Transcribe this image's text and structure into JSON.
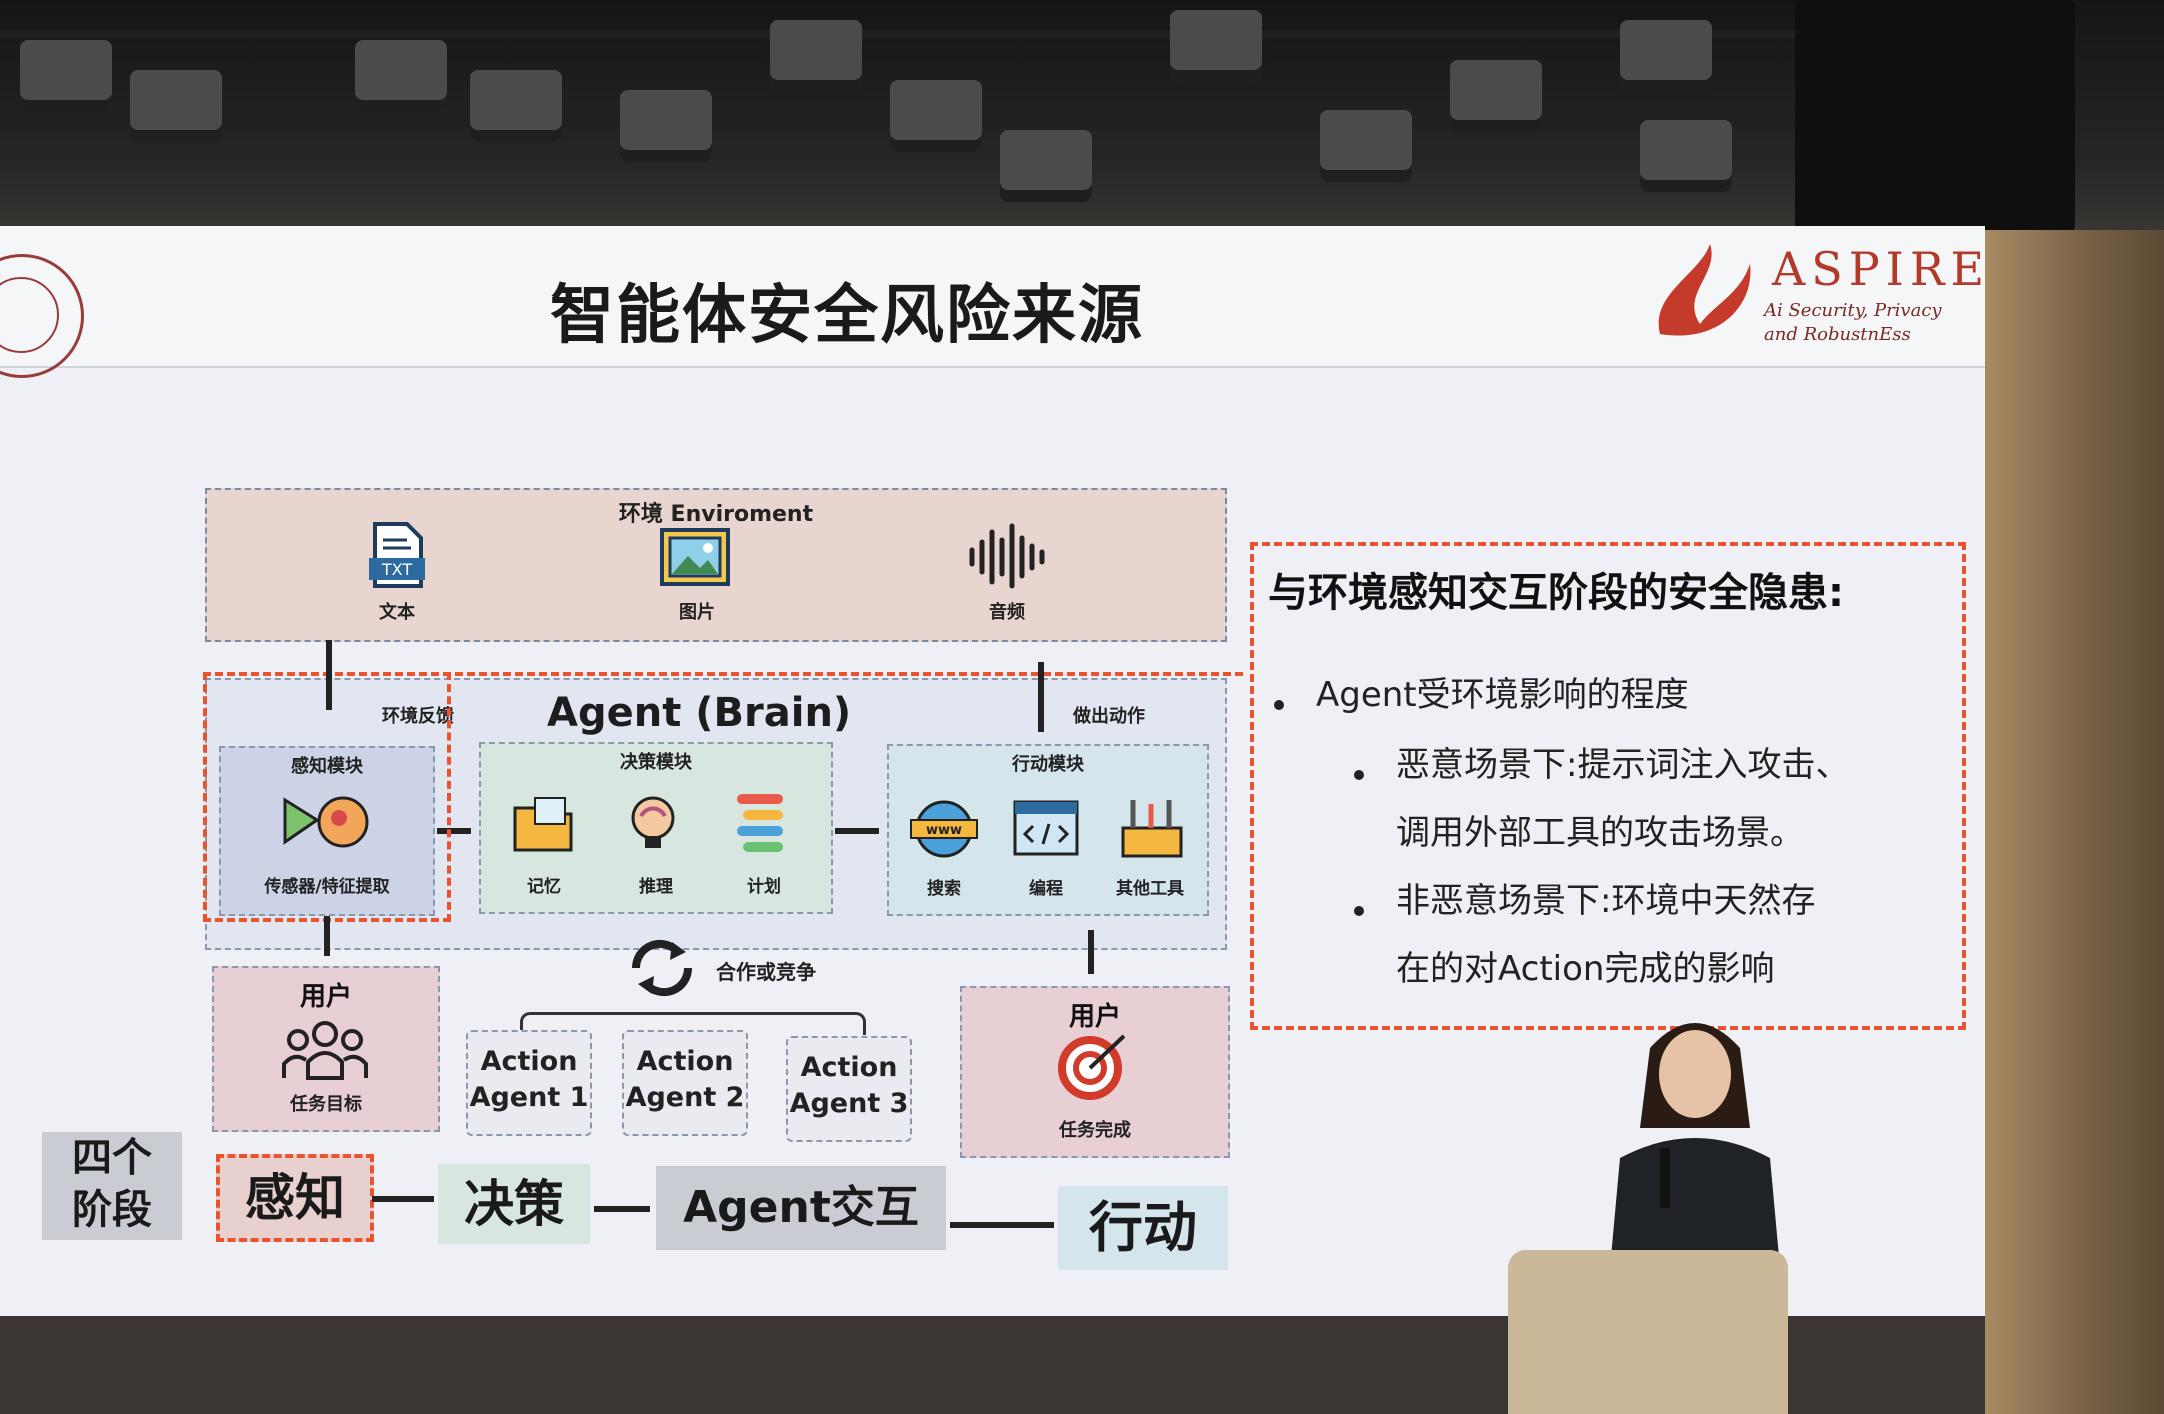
{
  "slide": {
    "title": "智能体安全风险来源",
    "logo_aspire": {
      "brand": "ASPIRE",
      "tagline1": "Ai Security, Privacy",
      "tagline2": "and RobustnEss"
    },
    "environment": {
      "title": "环境 Enviroment",
      "items": [
        {
          "label": "文本",
          "icon": "txt-file-icon",
          "badge": "TXT"
        },
        {
          "label": "图片",
          "icon": "image-icon"
        },
        {
          "label": "音频",
          "icon": "audio-wave-icon"
        }
      ]
    },
    "agent": {
      "title": "Agent (Brain)",
      "feedback_label": "环境反馈",
      "action_label": "做出动作",
      "perception": {
        "title": "感知模块",
        "item": "传感器/特征提取"
      },
      "decision": {
        "title": "决策模块",
        "items": [
          "记忆",
          "推理",
          "计划"
        ]
      },
      "action": {
        "title": "行动模块",
        "items": [
          "搜索",
          "编程",
          "其他工具"
        ],
        "www": "www"
      }
    },
    "user_in": {
      "title": "用户",
      "label": "任务目标"
    },
    "user_out": {
      "title": "用户",
      "label": "任务完成"
    },
    "cooperation_label": "合作或竞争",
    "action_agents": [
      {
        "line1": "Action",
        "line2": "Agent 1"
      },
      {
        "line1": "Action",
        "line2": "Agent 2"
      },
      {
        "line1": "Action",
        "line2": "Agent 3"
      }
    ],
    "stages": {
      "heading_line1": "四个",
      "heading_line2": "阶段",
      "items": [
        "感知",
        "决策",
        "Agent交互",
        "行动"
      ]
    },
    "risk": {
      "title": "与环境感知交互阶段的安全隐患:",
      "bullets": [
        {
          "level": 1,
          "text": "Agent受环境影响的程度"
        },
        {
          "level": 2,
          "text": "恶意场景下:提示词注入攻击、"
        },
        {
          "level": 2,
          "text": "调用外部工具的攻击场景。",
          "continuation": true
        },
        {
          "level": 2,
          "text": "非恶意场景下:环境中天然存"
        },
        {
          "level": 2,
          "text": "在的对Action完成的影响",
          "continuation": true
        }
      ]
    },
    "colors": {
      "accent_red": "#e9542f",
      "env_fill": "#e8d5d0",
      "agent_fill": "#e2e6f1",
      "perception_fill": "#cdd3e6",
      "decision_fill": "#d7e6df",
      "action_fill": "#d4e5ec"
    }
  }
}
